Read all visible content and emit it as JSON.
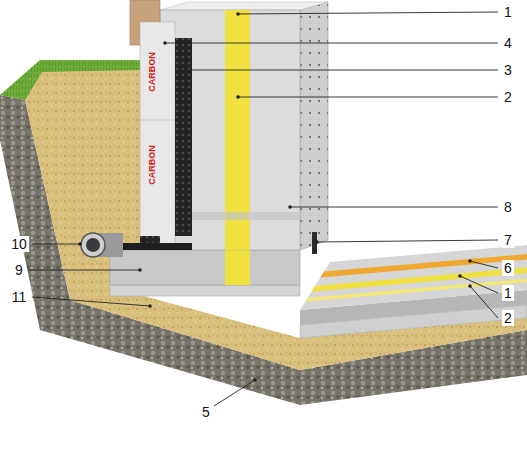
{
  "diagram": {
    "labels": [
      "1",
      "4",
      "3",
      "2",
      "8",
      "7",
      "6",
      "1",
      "2",
      "10",
      "9",
      "11",
      "5",
      "CARBON",
      "CARBON"
    ]
  }
}
